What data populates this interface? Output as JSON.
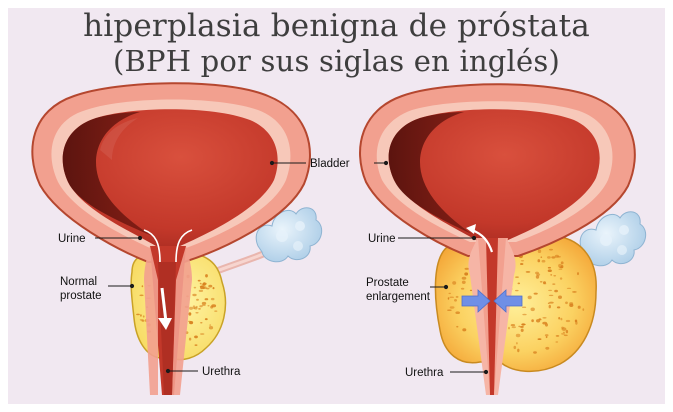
{
  "title": {
    "line1": "hiperplasia benigna de próstata",
    "line2": "(BPH por sus siglas en inglés)"
  },
  "colors": {
    "panel_background": "#f1e8f1",
    "bladder_wall": "#f2a08f",
    "bladder_lumen": "#c73a2a",
    "prostate": "#fde37a",
    "prostate_spots": "#d8801e",
    "compression_arrow": "#6f8fe6",
    "vesicle": "#cfe3f2"
  },
  "diagrams": [
    {
      "id": "normal",
      "labels": {
        "bladder": "Bladder",
        "urine": "Urine",
        "prostate": [
          "Normal",
          "prostate"
        ],
        "urethra": "Urethra"
      }
    },
    {
      "id": "enlarged",
      "labels": {
        "urine": "Urine",
        "prostate": [
          "Prostate",
          "enlargement"
        ],
        "urethra": "Urethra"
      }
    }
  ]
}
